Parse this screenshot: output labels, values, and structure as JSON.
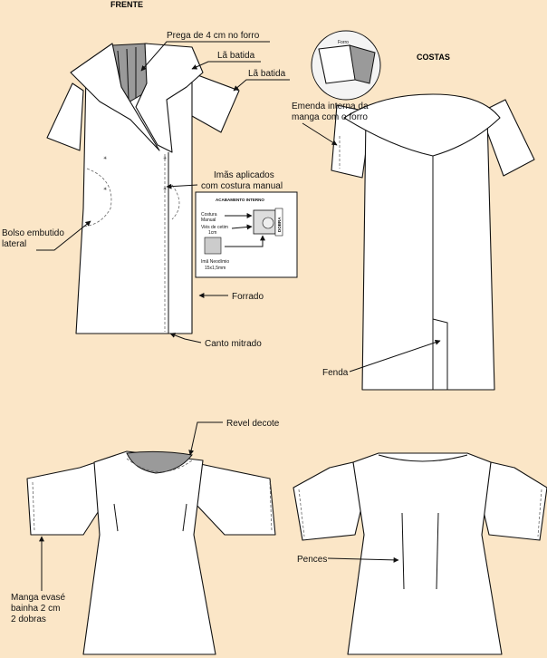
{
  "headings": {
    "front": "FRENTE",
    "back": "COSTAS"
  },
  "labels": {
    "prega": "Prega de 4 cm no forro",
    "la1": "Lã batida",
    "la2": "Lã batida",
    "emenda1": "Emenda interna da",
    "emenda2": "manga com o forro",
    "imas1": "Imãs aplicados",
    "imas2": "com costura manual",
    "bolso1": "Bolso embutido",
    "bolso2": "lateral",
    "forrado": "Forrado",
    "canto": "Canto mitrado",
    "fenda": "Fenda",
    "revel": "Revel decote",
    "pences": "Pences",
    "manga1": "Manga evasé",
    "manga2": "bainha 2 cm",
    "manga3": "2 dobras"
  },
  "inset_forro": {
    "label": "Forro"
  },
  "inset_finish": {
    "title": "ACABAMENTO INTERNO",
    "costura1": "Costura",
    "costura2": "Manual",
    "vies1": "Viés de cetim",
    "vies2": "1cm",
    "ima1": "Imã Neodímio",
    "ima2": "15x1,5mm",
    "dobra": "DOBRA"
  }
}
